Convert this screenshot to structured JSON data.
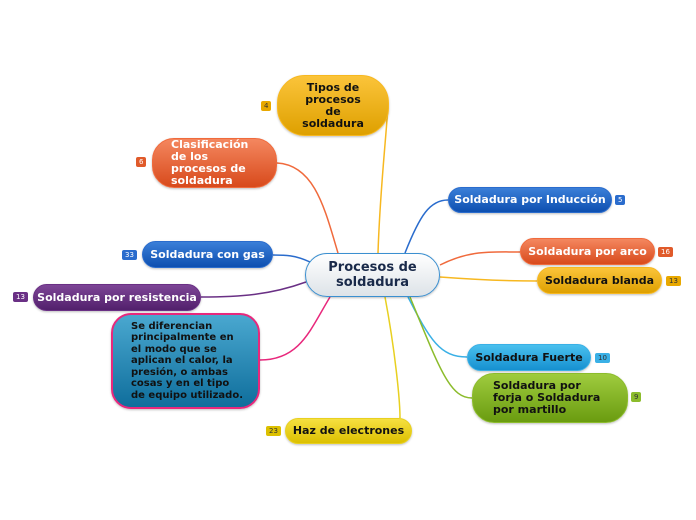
{
  "center": {
    "label": "Procesos de soldadura"
  },
  "topics": [
    {
      "label": "Tipos de procesos de soldadura",
      "count": "4"
    },
    {
      "label": "Clasificación de los procesos de soldadura",
      "count": "6"
    },
    {
      "label": "Soldadura con gas",
      "count": "33"
    },
    {
      "label": "Soldadura por resistencia",
      "count": "13"
    },
    {
      "label": "Se diferencian principalmente en el modo que se aplican el calor, la presión, o ambas cosas y en el tipo de equipo utilizado."
    },
    {
      "label": "Haz de electrones",
      "count": "23"
    },
    {
      "label": "Soldadura por Inducción",
      "count": "5"
    },
    {
      "label": "Soldadura por arco",
      "count": "16"
    },
    {
      "label": "Soldadura blanda",
      "count": "13"
    },
    {
      "label": "Soldadura Fuerte",
      "count": "10"
    },
    {
      "label": "Soldadura por forja o Soldadura por martillo",
      "count": "9"
    }
  ]
}
